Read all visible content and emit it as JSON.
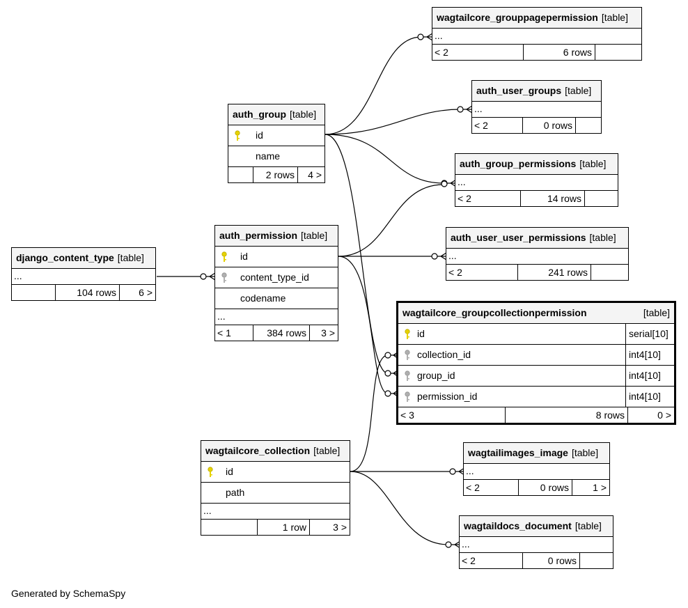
{
  "footer": "Generated by SchemaSpy",
  "colors": {
    "primary_key": "#e6d200",
    "foreign_key": "#b0b0b0",
    "header_bg": "#f4f4f4"
  },
  "tables": {
    "grouppagepermission": {
      "name": "wagtailcore_grouppagepermission",
      "type": "[table]",
      "ellipsis": "...",
      "parents": "< 2",
      "rows": "6 rows",
      "children": ""
    },
    "user_groups": {
      "name": "auth_user_groups",
      "type": "[table]",
      "ellipsis": "...",
      "parents": "< 2",
      "rows": "0 rows",
      "children": ""
    },
    "auth_group": {
      "name": "auth_group",
      "type": "[table]",
      "columns": [
        "id",
        "name"
      ],
      "parents": "",
      "rows": "2 rows",
      "children": "4 >"
    },
    "group_permissions": {
      "name": "auth_group_permissions",
      "type": "[table]",
      "ellipsis": "...",
      "parents": "< 2",
      "rows": "14 rows",
      "children": ""
    },
    "content_type": {
      "name": "django_content_type",
      "type": "[table]",
      "ellipsis": "...",
      "parents": "",
      "rows": "104 rows",
      "children": "6 >"
    },
    "auth_permission": {
      "name": "auth_permission",
      "type": "[table]",
      "columns": [
        "id",
        "content_type_id",
        "codename"
      ],
      "ellipsis": "...",
      "parents": "< 1",
      "rows": "384 rows",
      "children": "3 >"
    },
    "user_permissions": {
      "name": "auth_user_user_permissions",
      "type": "[table]",
      "ellipsis": "...",
      "parents": "< 2",
      "rows": "241 rows",
      "children": ""
    },
    "groupcollectionpermission": {
      "name": "wagtailcore_groupcollectionpermission",
      "type": "[table]",
      "columns": [
        {
          "name": "id",
          "type": "serial[10]"
        },
        {
          "name": "collection_id",
          "type": "int4[10]"
        },
        {
          "name": "group_id",
          "type": "int4[10]"
        },
        {
          "name": "permission_id",
          "type": "int4[10]"
        }
      ],
      "parents": "< 3",
      "rows": "8 rows",
      "children": "0 >"
    },
    "collection": {
      "name": "wagtailcore_collection",
      "type": "[table]",
      "columns": [
        "id",
        "path"
      ],
      "ellipsis": "...",
      "parents": "",
      "rows": "1 row",
      "children": "3 >"
    },
    "image": {
      "name": "wagtailimages_image",
      "type": "[table]",
      "ellipsis": "...",
      "parents": "< 2",
      "rows": "0 rows",
      "children": "1 >"
    },
    "document": {
      "name": "wagtaildocs_document",
      "type": "[table]",
      "ellipsis": "...",
      "parents": "< 2",
      "rows": "0 rows",
      "children": ""
    }
  }
}
